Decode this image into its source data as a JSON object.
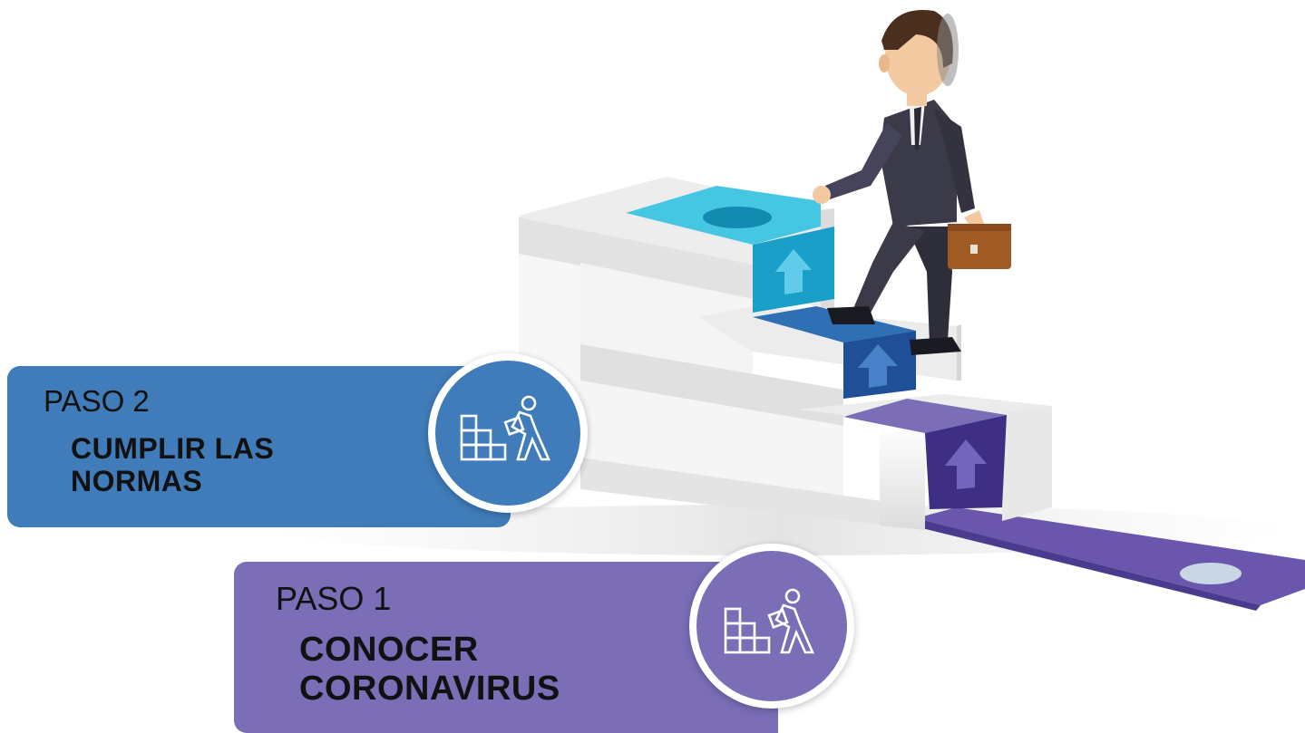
{
  "steps": [
    {
      "label": "PASO 2",
      "title_line1": "CUMPLIR LAS",
      "title_line2": "NORMAS",
      "color": "#3f7cb9",
      "icon": "stairs-builder-icon"
    },
    {
      "label": "PASO 1",
      "title_line1": "CONOCER",
      "title_line2": "CORONAVIRUS",
      "color": "#7b6db6",
      "icon": "stairs-builder-icon"
    }
  ],
  "colors": {
    "step_top": "#45c7e4",
    "step_middle": "#2f6fb3",
    "step_bottom": "#6a56ad",
    "stair_white": "#f2f2f2",
    "suit": "#3b3a48",
    "briefcase": "#a05a23"
  },
  "illustration": "businessman-climbing-stairs"
}
